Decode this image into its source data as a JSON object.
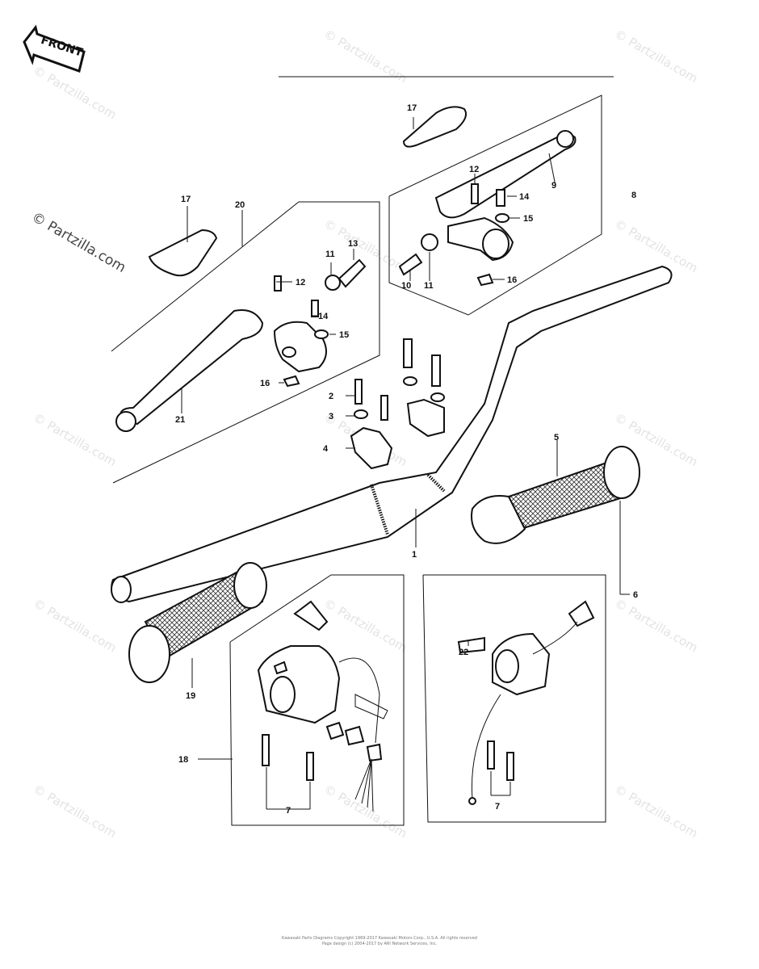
{
  "front_label": "FRONT",
  "watermark_text": "© Partzilla.com",
  "footer": {
    "line1": "Kawasaki Parts Diagrams Copyright 1969-2017 Kawasaki Motors Corp., U.S.A. All rights reserved",
    "line2": "Page design (c) 2004-2017 by ARI Network Services, Inc."
  },
  "callouts": {
    "c1": "1",
    "c2": "2",
    "c3": "3",
    "c4": "4",
    "c5": "5",
    "c6": "6",
    "c7a": "7",
    "c7b": "7",
    "c8": "8",
    "c9": "9",
    "c10": "10",
    "c11a": "11",
    "c11b": "11",
    "c12a": "12",
    "c12b": "12",
    "c13": "13",
    "c14a": "14",
    "c14b": "14",
    "c15a": "15",
    "c15b": "15",
    "c16a": "16",
    "c16b": "16",
    "c17a": "17",
    "c17b": "17",
    "c18": "18",
    "c19": "19",
    "c20": "20",
    "c21": "21",
    "c22": "22"
  },
  "colors": {
    "ink": "#111111",
    "watermark": "#e3e3e3",
    "background": "#ffffff"
  }
}
